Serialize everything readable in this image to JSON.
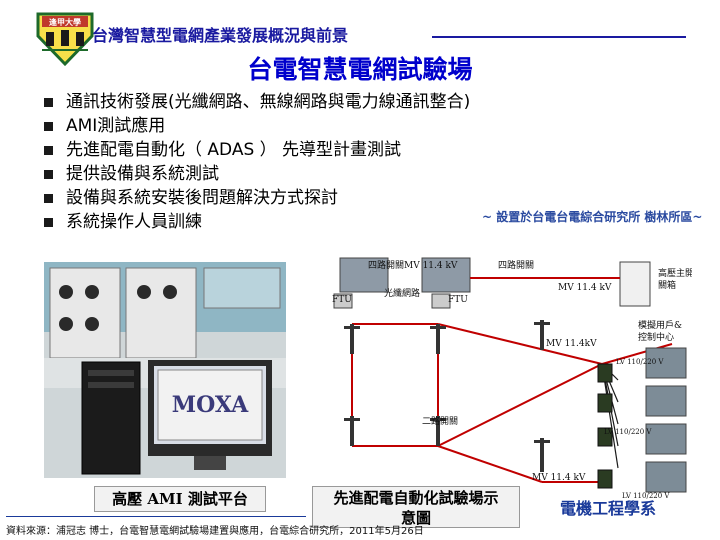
{
  "header": {
    "logo_text": "逢甲大學",
    "title": "台灣智慧型電網產業發展概況與前景"
  },
  "slide": {
    "title": "台電智慧電網試驗場",
    "bullets": [
      "通訊技術發展(光纖網路、無線網路與電力線通訊整合)",
      "AMI測試應用",
      "先進配電自動化（ ADAS ） 先導型計畫測試",
      "提供設備與系統測試",
      "設備與系統安裝後問題解決方式探討",
      "系統操作人員訓練"
    ],
    "location_note": "~ 設置於台電台電綜合研究所 樹林所區~"
  },
  "photo": {
    "brand_text": "MOXA"
  },
  "diagram": {
    "labels": {
      "switch_4a": "四路開關MV 11.4 kV",
      "switch_4b": "四路開關",
      "hv_main": "高壓主開",
      "hv_main2": "關箱",
      "ftu_a": "FTU",
      "ftu_b": "FTU",
      "fiber": "光纖網路",
      "mv_top": "MV 11.4 kV",
      "mv_mid": "MV 11.4kV",
      "sim_user": "模擬用戶&",
      "sim_user2": "控制中心",
      "lv_1": "LV 110/220 V",
      "switch_2": "二路開關",
      "lv_2": "LV 110/220 V",
      "mv_bottom": "MV 11.4 kV",
      "lv_3": "LV 110/220 V"
    }
  },
  "captions": {
    "ami": "高壓 AMI 測試平台",
    "sim_line1": "先進配電自動化試驗場示",
    "sim_line2": "意圖"
  },
  "footer": {
    "dept": "電機工程學系",
    "source": "資料來源：浦冠志 博士，台電智慧電網試驗場建置與應用，台電綜合研究所，2011年5月26日"
  },
  "colors": {
    "title_blue": "#0000cc",
    "header_blue": "#1a1aa0",
    "line_red": "#c00000"
  }
}
